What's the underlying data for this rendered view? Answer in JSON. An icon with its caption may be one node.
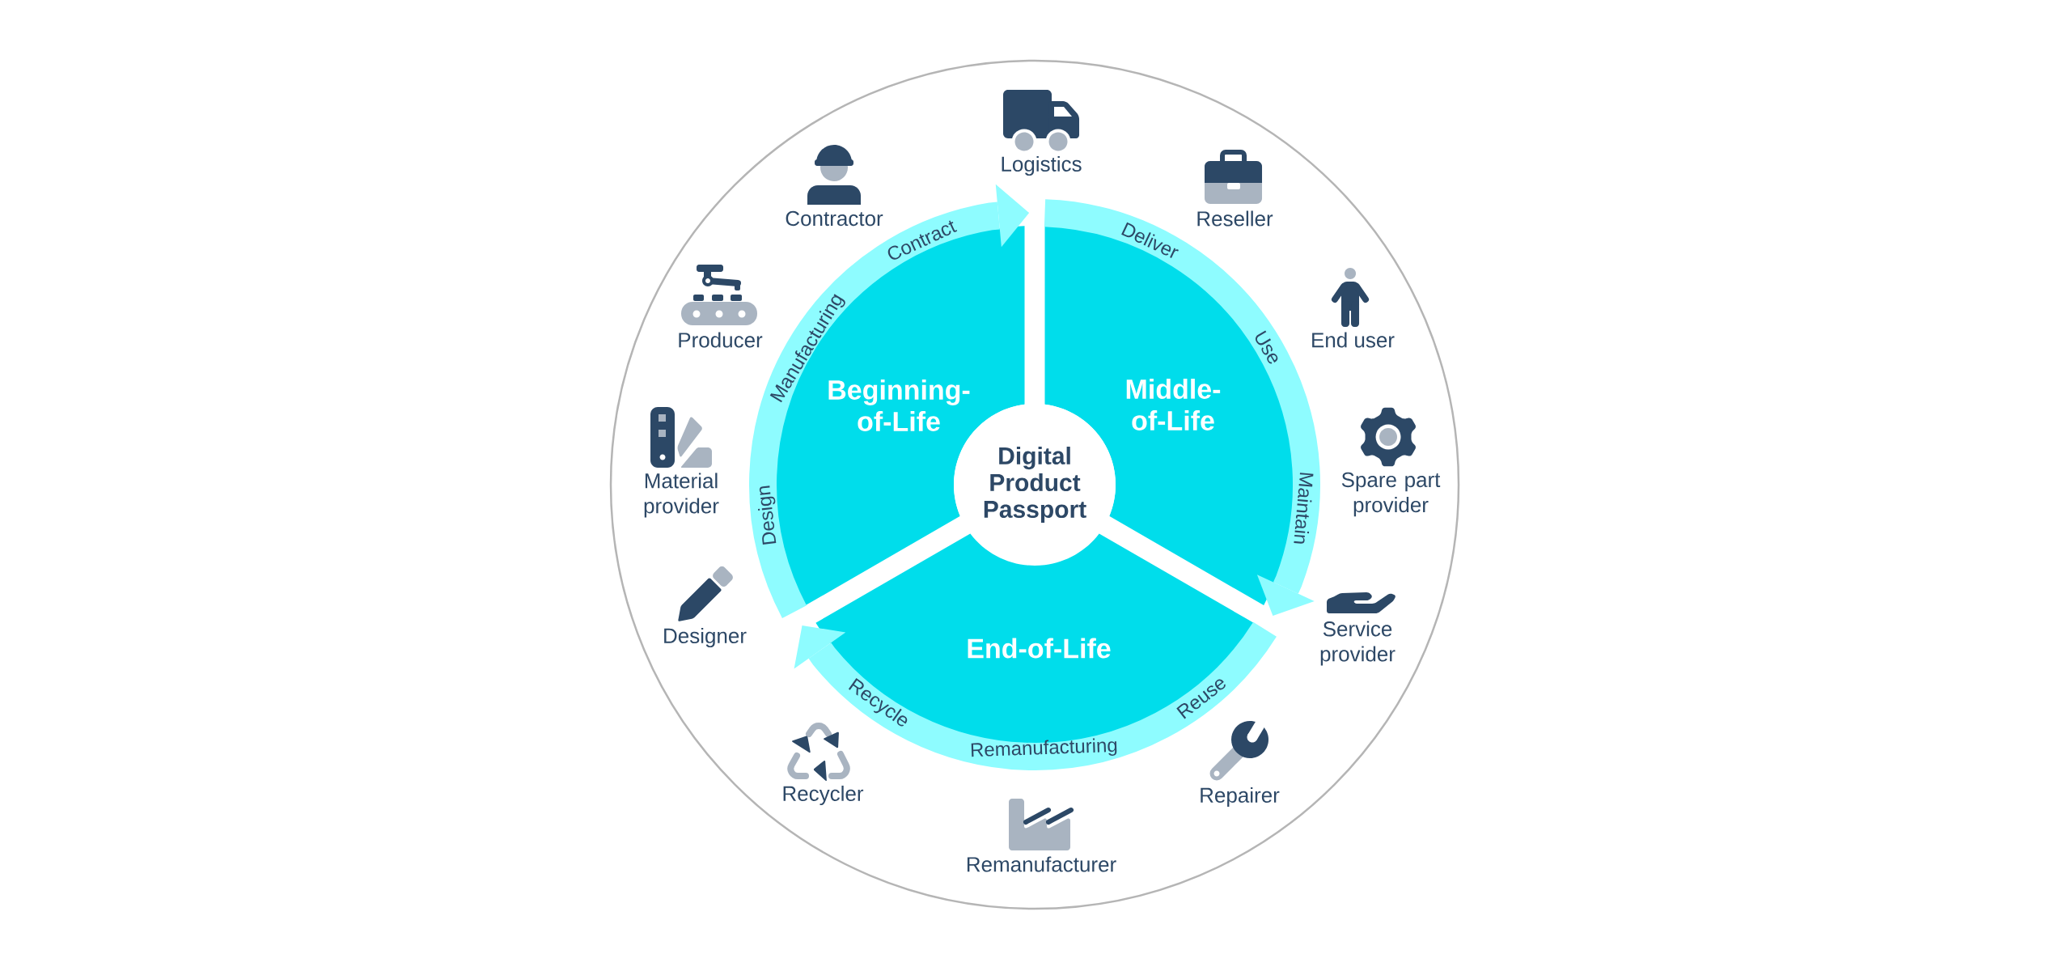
{
  "diagram": {
    "nodes": [
      {
        "text": [
          "Beginning-of-Life"
        ]
      },
      {
        "text": [
          "Middle-of-Life"
        ]
      },
      {
        "text": [
          "Digital Product Passport"
        ]
      },
      {
        "text": [
          "End-of-Life"
        ]
      }
    ],
    "edges": [
      {
        "from": 0,
        "to": 1,
        "arrow": "to"
      },
      {
        "from": 1,
        "to": 3,
        "arrow": "to"
      },
      {
        "from": 3,
        "to": 0,
        "arrow": "to"
      }
    ],
    "labels": [
      "Logistics",
      "Reseller",
      "End user",
      "Spare part provider",
      "Service provider",
      "Repairer",
      "Remanufacturer",
      "Recycler",
      "Designer",
      "Material provider",
      "Producer",
      "Contractor",
      "Design",
      "Manufacturing",
      "Contract",
      "Deliver",
      "Use",
      "Maintain",
      "Reuse",
      "Remanufacturing",
      "Recycle"
    ]
  }
}
